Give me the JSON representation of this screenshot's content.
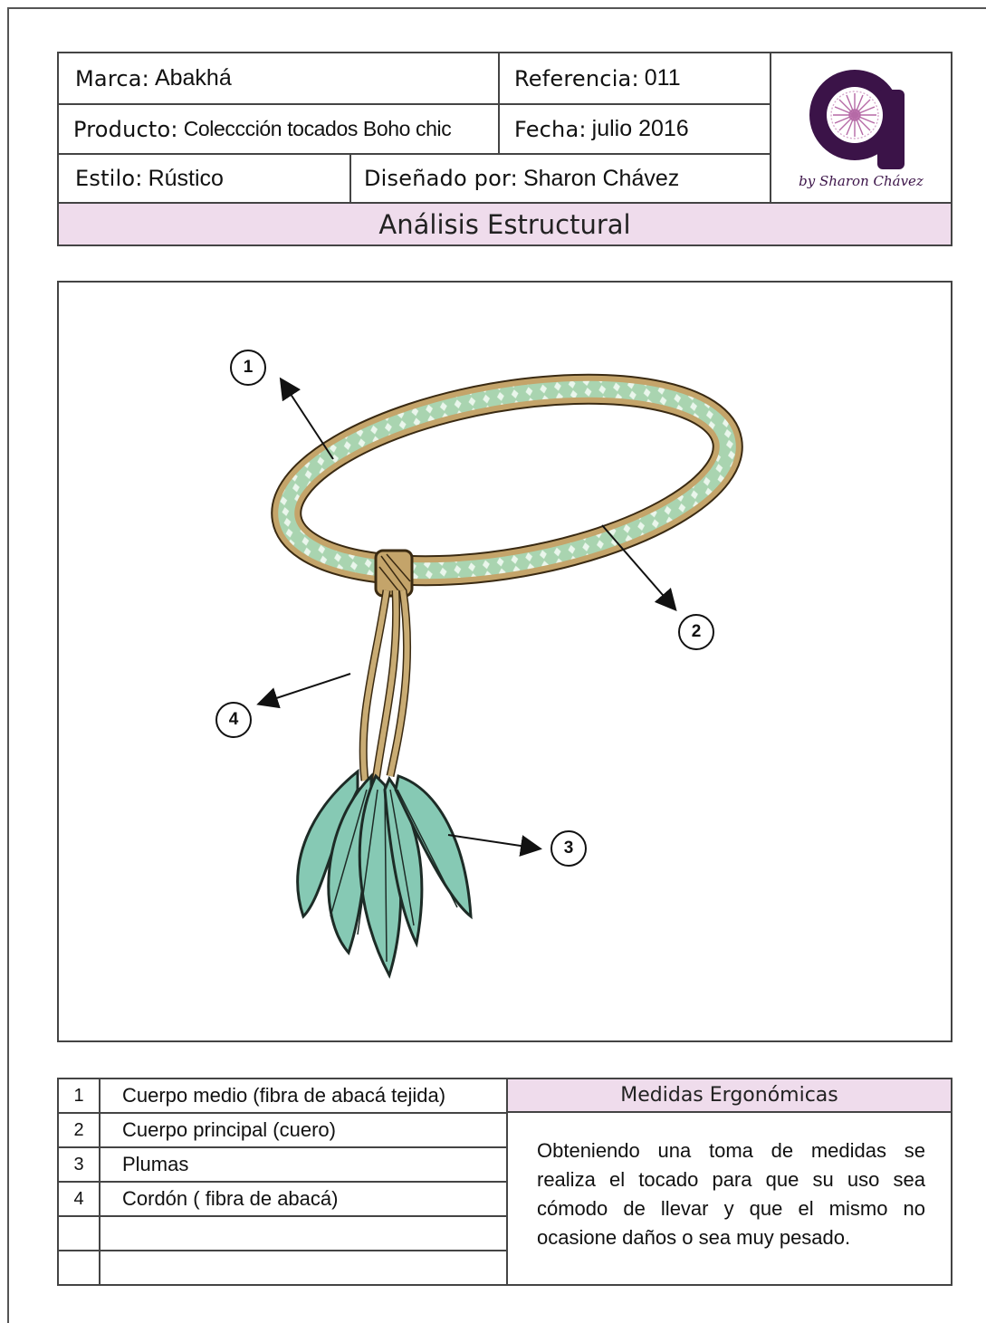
{
  "header": {
    "brand_label": "Marca:",
    "brand_value": "Abakhá",
    "reference_label": "Referencia:",
    "reference_value": "011",
    "product_label": "Producto:",
    "product_value": "Coleccción tocados Boho chic",
    "date_label": "Fecha:",
    "date_value": "julio 2016",
    "style_label": "Estilo:",
    "style_value": "Rústico",
    "designer_label": "Diseñado por:",
    "designer_value": "Sharon Chávez",
    "logo_signature": "by Sharon Chávez",
    "section_title": "Análisis Estructural"
  },
  "callouts": [
    "1",
    "2",
    "3",
    "4"
  ],
  "parts": [
    {
      "num": "1",
      "text": "Cuerpo medio (fibra de abacá tejida)"
    },
    {
      "num": "2",
      "text": "Cuerpo principal (cuero)"
    },
    {
      "num": "3",
      "text": "Plumas"
    },
    {
      "num": "4",
      "text": "Cordón ( fibra de abacá)"
    },
    {
      "num": "",
      "text": ""
    },
    {
      "num": "",
      "text": ""
    }
  ],
  "ergonomics": {
    "title": "Medidas Ergonómicas",
    "body": "Obteniendo una toma de medidas se realiza el tocado para que su uso sea cómodo de llevar y que el mismo no ocasione daños o sea muy pesado."
  },
  "colors": {
    "accent_pink": "#efdcec",
    "logo_purple": "#3b1348",
    "feather_teal": "#86c9b4",
    "band_green": "#a9d4b0",
    "leather_tan": "#c4a46a"
  }
}
